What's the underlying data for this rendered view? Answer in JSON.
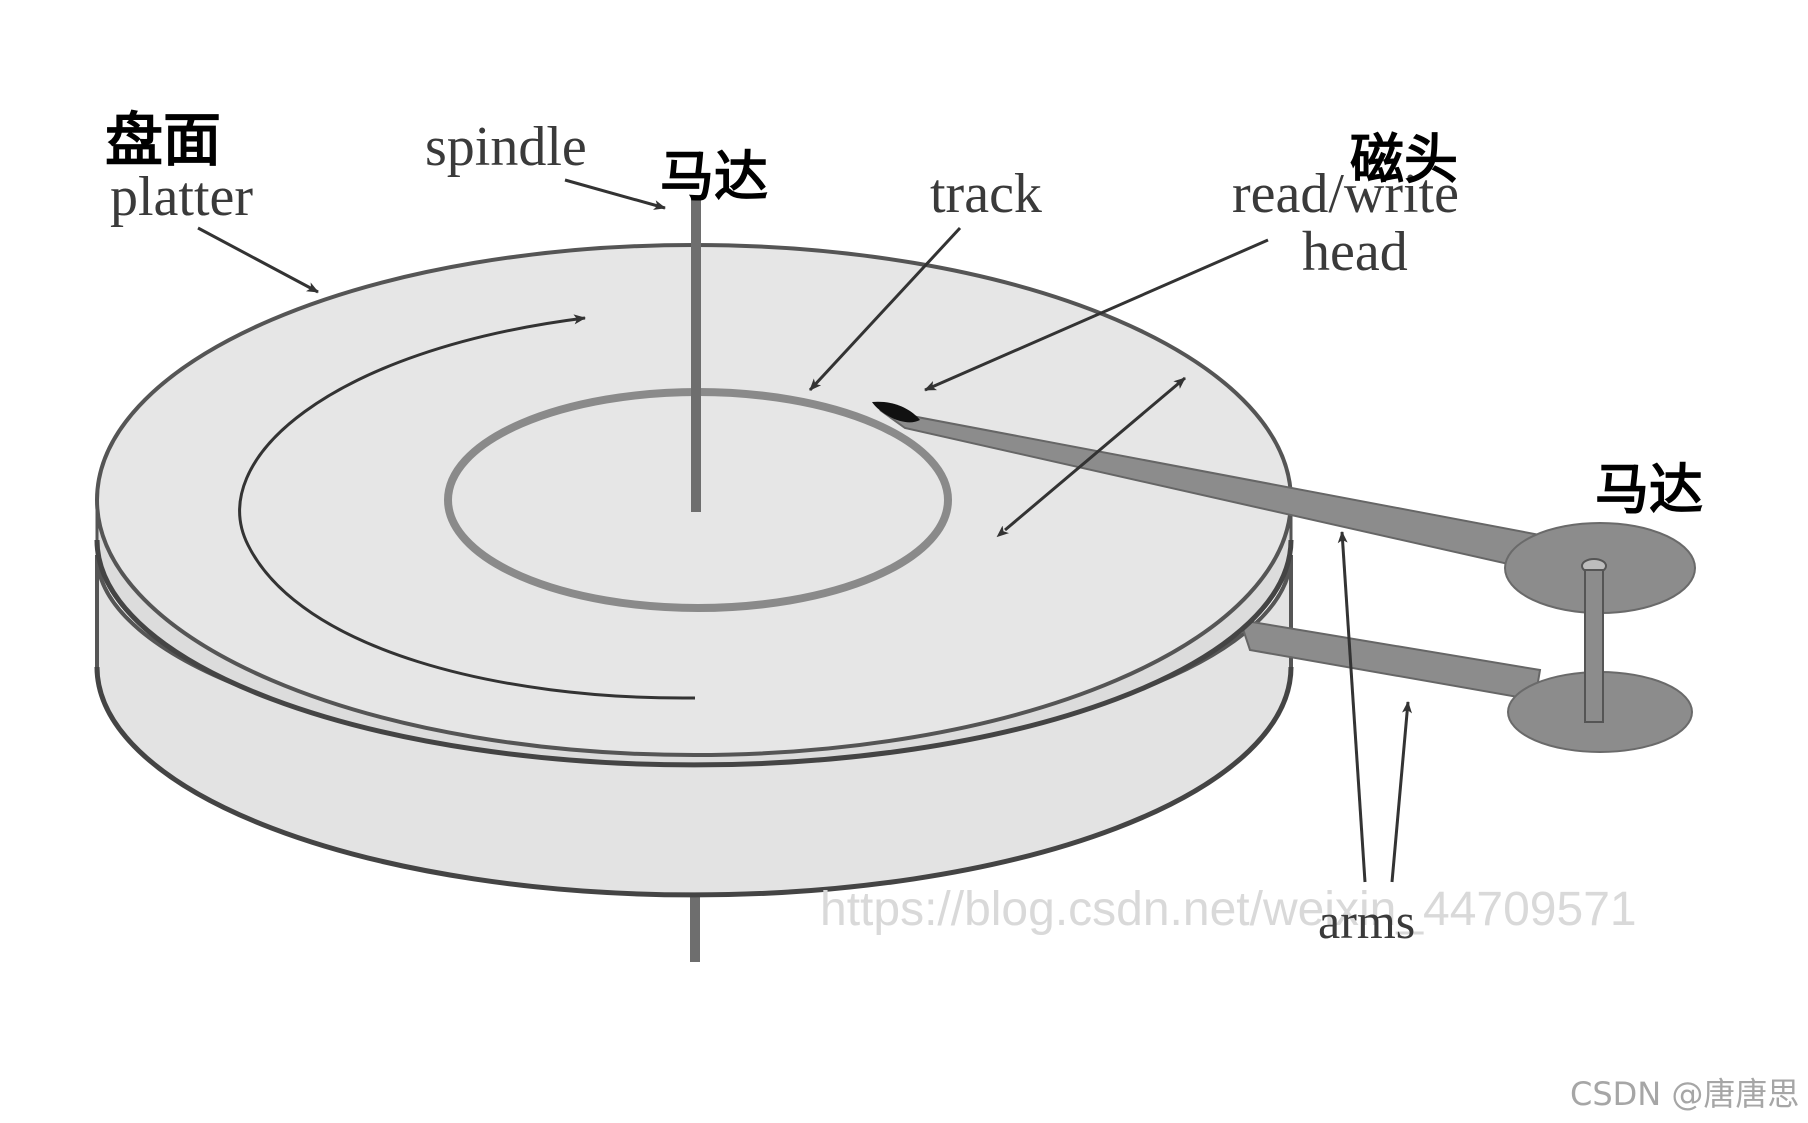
{
  "labels": {
    "platter_cn": "盘面",
    "platter": "platter",
    "spindle": "spindle",
    "motor_cn_spindle": "马达",
    "track": "track",
    "head_cn": "磁头",
    "read_write": "read/write",
    "head": "head",
    "motor_cn_arm": "马达",
    "arms": "arms"
  },
  "watermark": "https://blog.csdn.net/weixin_44709571",
  "credit": "CSDN @唐唐思",
  "colors": {
    "platter_face": "#e6e6e6",
    "platter_edge": "#555555",
    "arm_fill": "#8c8c8c",
    "track_ring": "#8a8a8a",
    "text_serif": "#3a3a3a",
    "text_cn": "#000000"
  }
}
